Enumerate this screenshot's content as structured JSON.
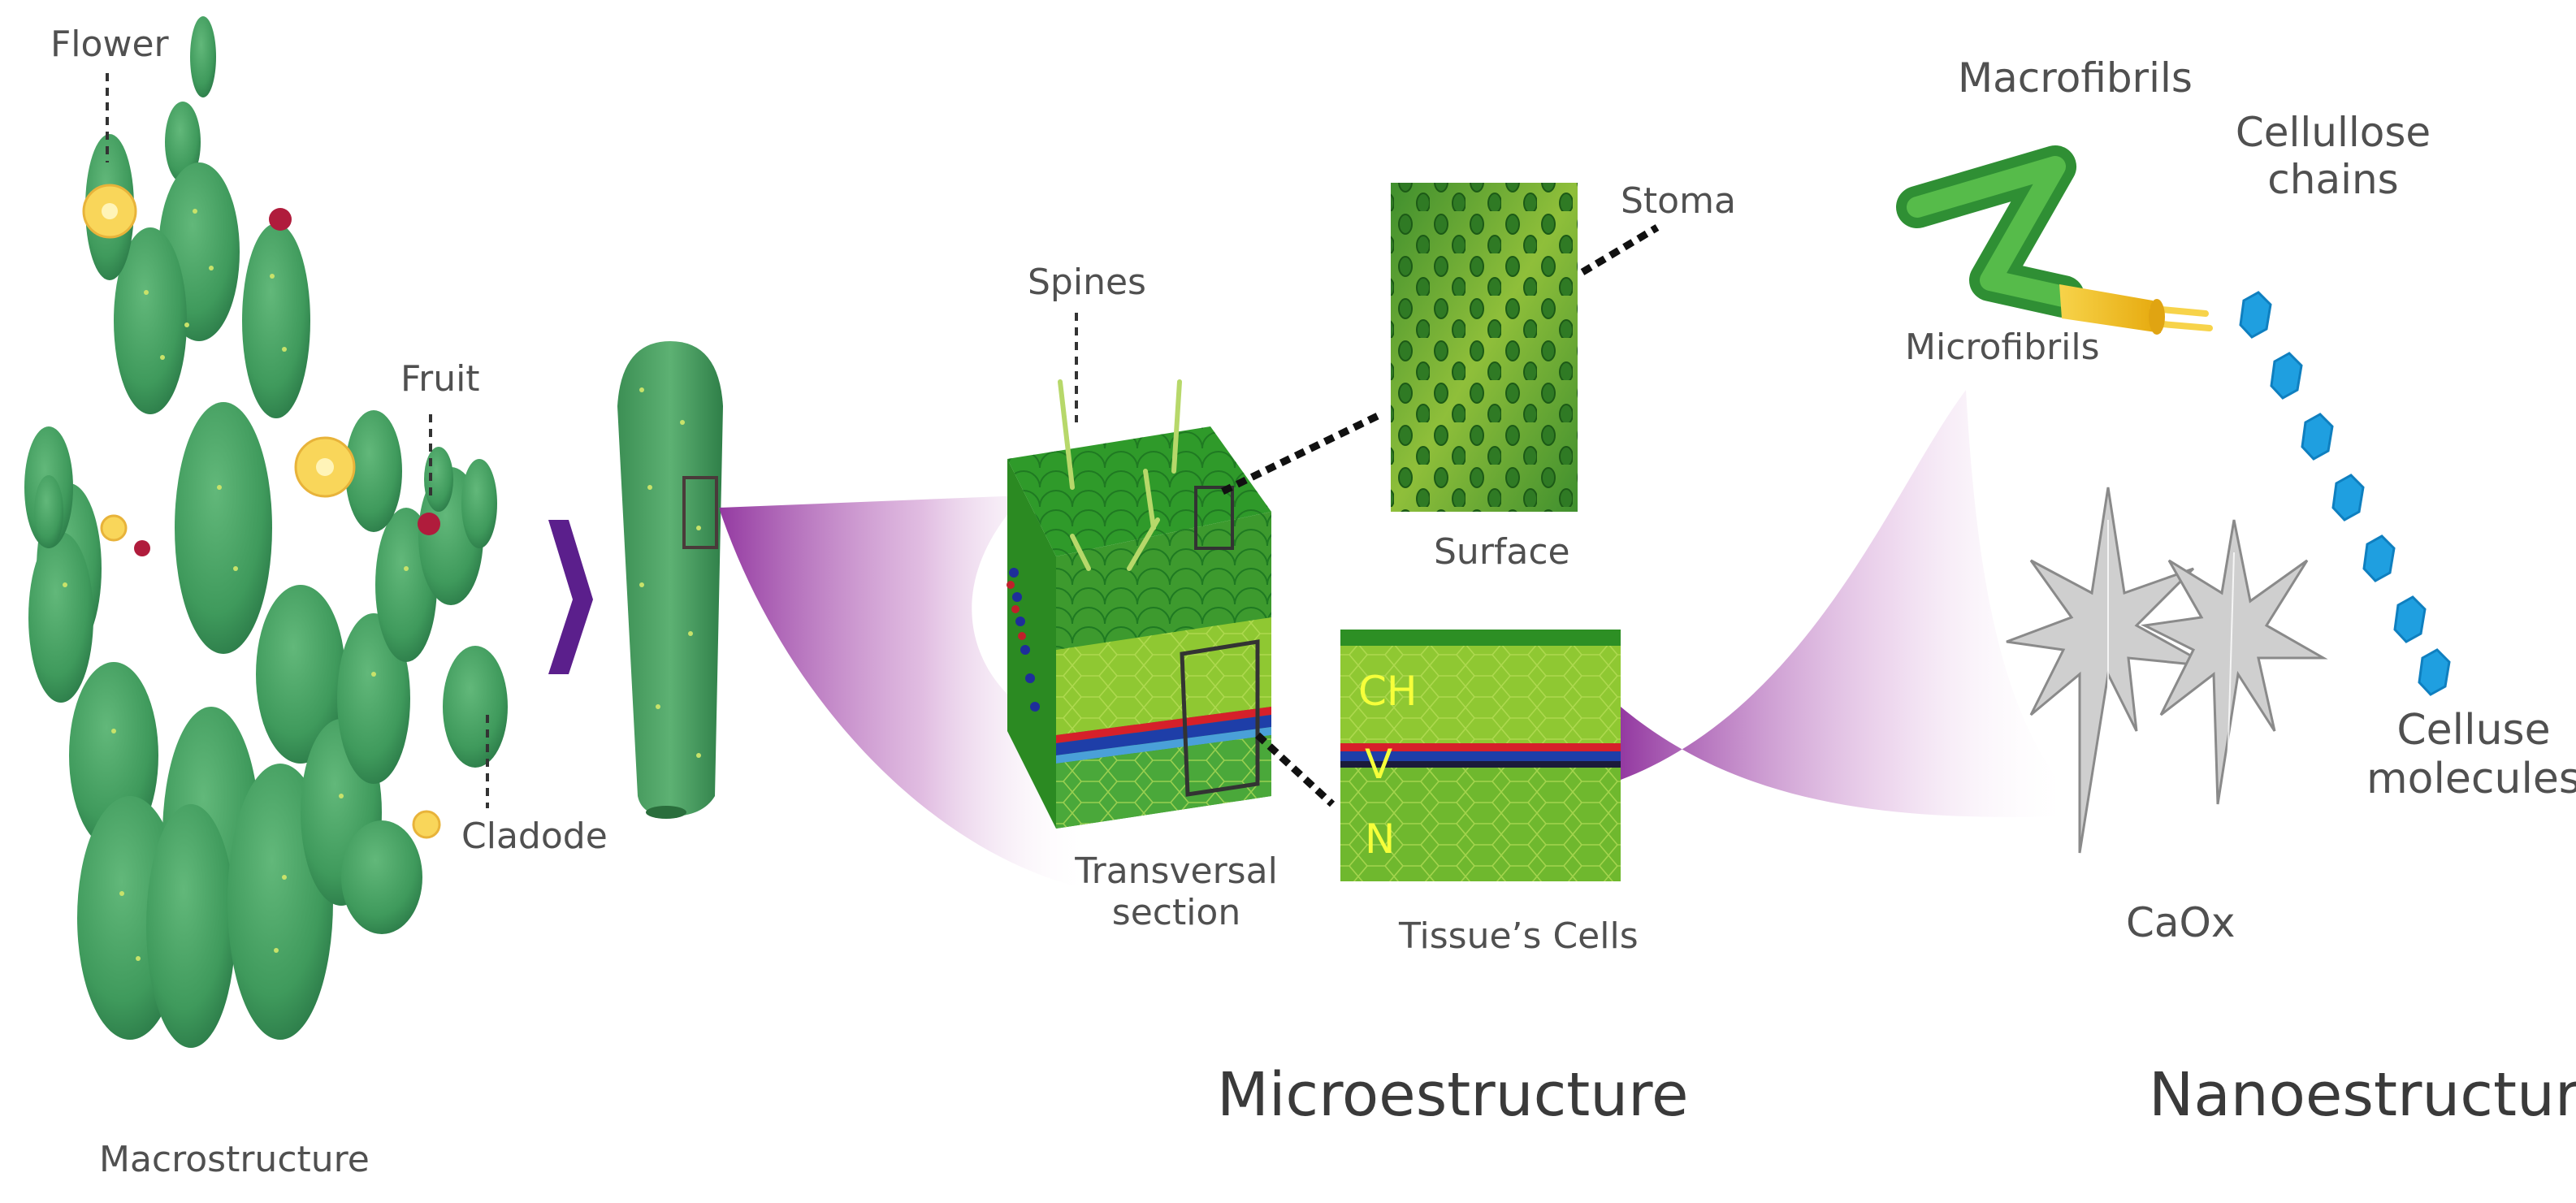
{
  "labels": {
    "flower": "Flower",
    "fruit": "Fruit",
    "cladode": "Cladode",
    "macrostructure": "Macrostructure",
    "spines": "Spines",
    "stoma": "Stoma",
    "surface": "Surface",
    "transversal_section_line1": "Transversal",
    "transversal_section_line2": "section",
    "tissues_cells": "Tissue’s Cells",
    "layer_ch": "CH",
    "layer_v": "V",
    "layer_n": "N",
    "microestructure": "Microestructure",
    "macrofibrils": "Macrofibrils",
    "microfibrils": "Microfibrils",
    "cellulose_chains_line1": "Cellullose",
    "cellulose_chains_line2": "chains",
    "celluse_molecules_line1": "Celluse",
    "celluse_molecules_line2": "molecules",
    "caox": "CaOx",
    "nanoestructure": "Nanoestructure"
  },
  "colors": {
    "cactus_green": "#3f9a5c",
    "cactus_dark": "#2b7a48",
    "flower_yellow": "#f9d65a",
    "fruit_red": "#b01c3c",
    "arrow_purple": "#5b1f8c",
    "connector_purple": "#9b3fa8",
    "tissue_green": "#3d9a2e",
    "tissue_light": "#8fc832",
    "vascular_red": "#d6202a",
    "vascular_blue": "#1e3ea8",
    "fibril_green": "#3aa33e",
    "fibril_yellow": "#f5c518",
    "molecule_blue": "#1f9fe0",
    "crystal_grey": "#b8b8b8",
    "label_grey": "#505050"
  },
  "icons": [
    "cactus-plant-icon",
    "chevron-right-icon",
    "cladode-icon",
    "tissue-block-icon",
    "stoma-surface-icon",
    "tissue-cells-icon",
    "macrofibril-icon",
    "microfibril-icon",
    "cellulose-chain-icon",
    "caox-crystal-icon"
  ]
}
